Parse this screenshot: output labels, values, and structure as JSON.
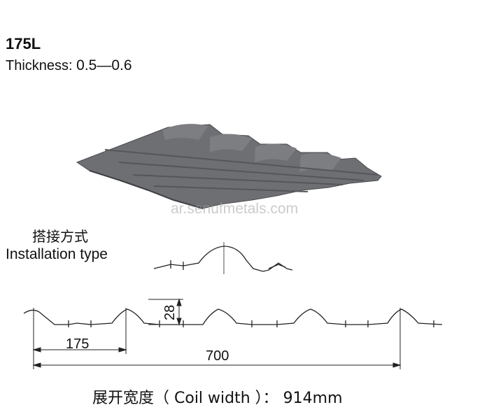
{
  "header": {
    "model": "175L",
    "thickness_label": "Thickness:",
    "thickness_value": "0.5—0.6"
  },
  "watermark": "ar.senufmetals.com",
  "installation": {
    "label_cn": "搭接方式",
    "label_en": "Installation type"
  },
  "dimensions": {
    "height": "28",
    "pitch": "175",
    "effective_width": "700"
  },
  "footer": {
    "coil_width": "展开宽度（ Coil width ）： 914mm"
  },
  "colors": {
    "sheet_fill": "#6e6f73",
    "sheet_edge": "#4a4b4e",
    "line": "#222222"
  }
}
